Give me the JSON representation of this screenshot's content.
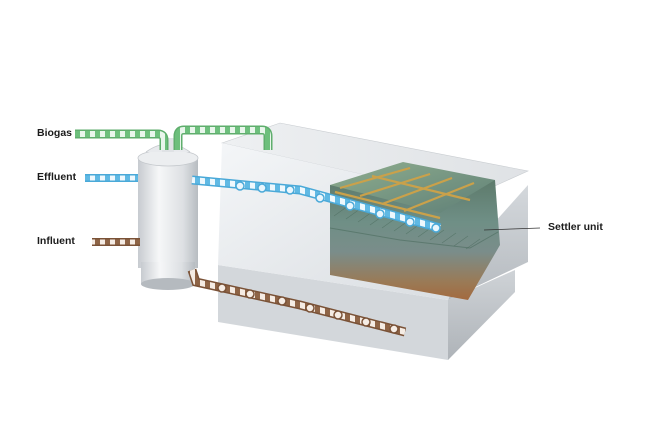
{
  "labels": {
    "biogas": "Biogas",
    "effluent": "Effluent",
    "influent": "Influent",
    "settler": "Settler unit"
  },
  "colors": {
    "biogas_pipe": "#7fc88a",
    "effluent_pipe": "#79c6ea",
    "influent_pipe": "#a0765a",
    "tank_wall": "#e6e9ec",
    "settler_plates": "#c9a24a",
    "sludge": "#a36a3f"
  }
}
